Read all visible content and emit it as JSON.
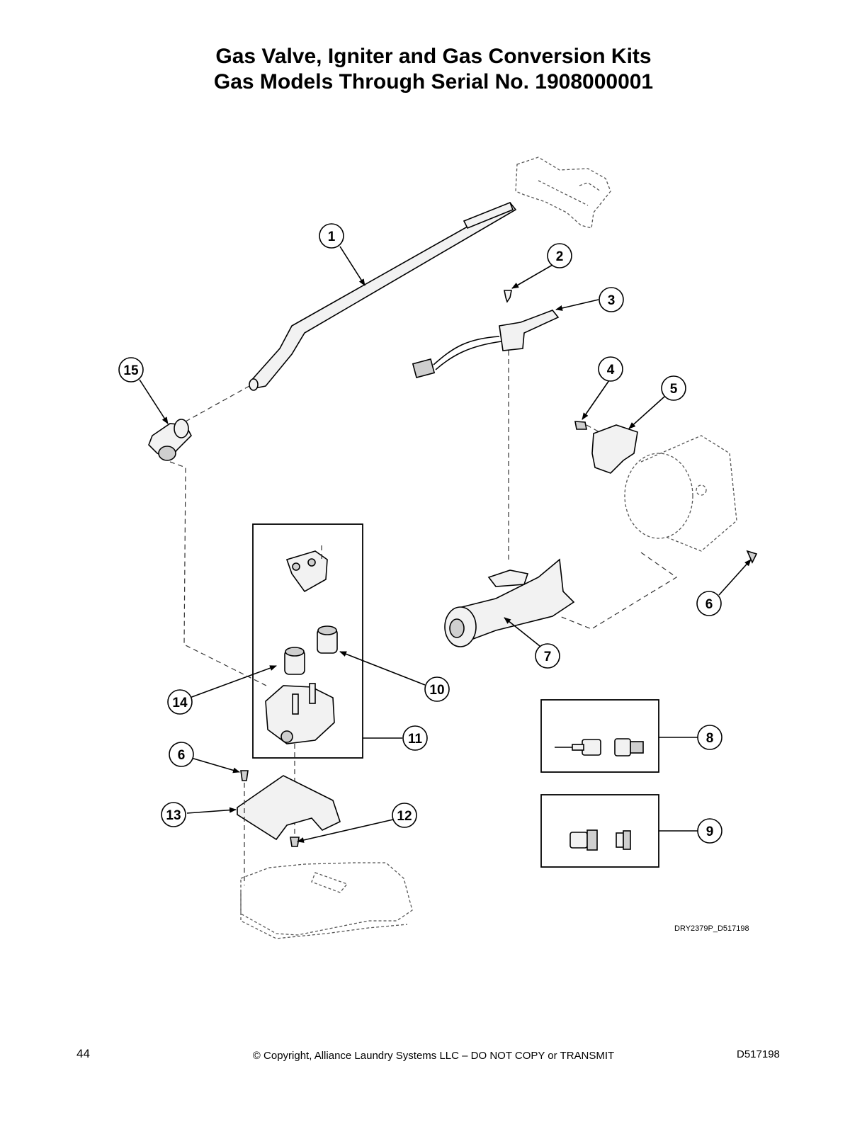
{
  "title": {
    "line1": "Gas Valve, Igniter and Gas Conversion Kits",
    "line2": "Gas Models Through Serial No. 1908000001"
  },
  "callouts": [
    "1",
    "2",
    "3",
    "4",
    "5",
    "6",
    "7",
    "8",
    "9",
    "10",
    "11",
    "12",
    "13",
    "14",
    "15",
    "6"
  ],
  "drawing_id": "DRY2379P_D517198",
  "footer": {
    "page_number": "44",
    "copyright": "© Copyright, Alliance Laundry Systems LLC – DO NOT COPY or TRANSMIT",
    "doc_number": "D517198"
  }
}
